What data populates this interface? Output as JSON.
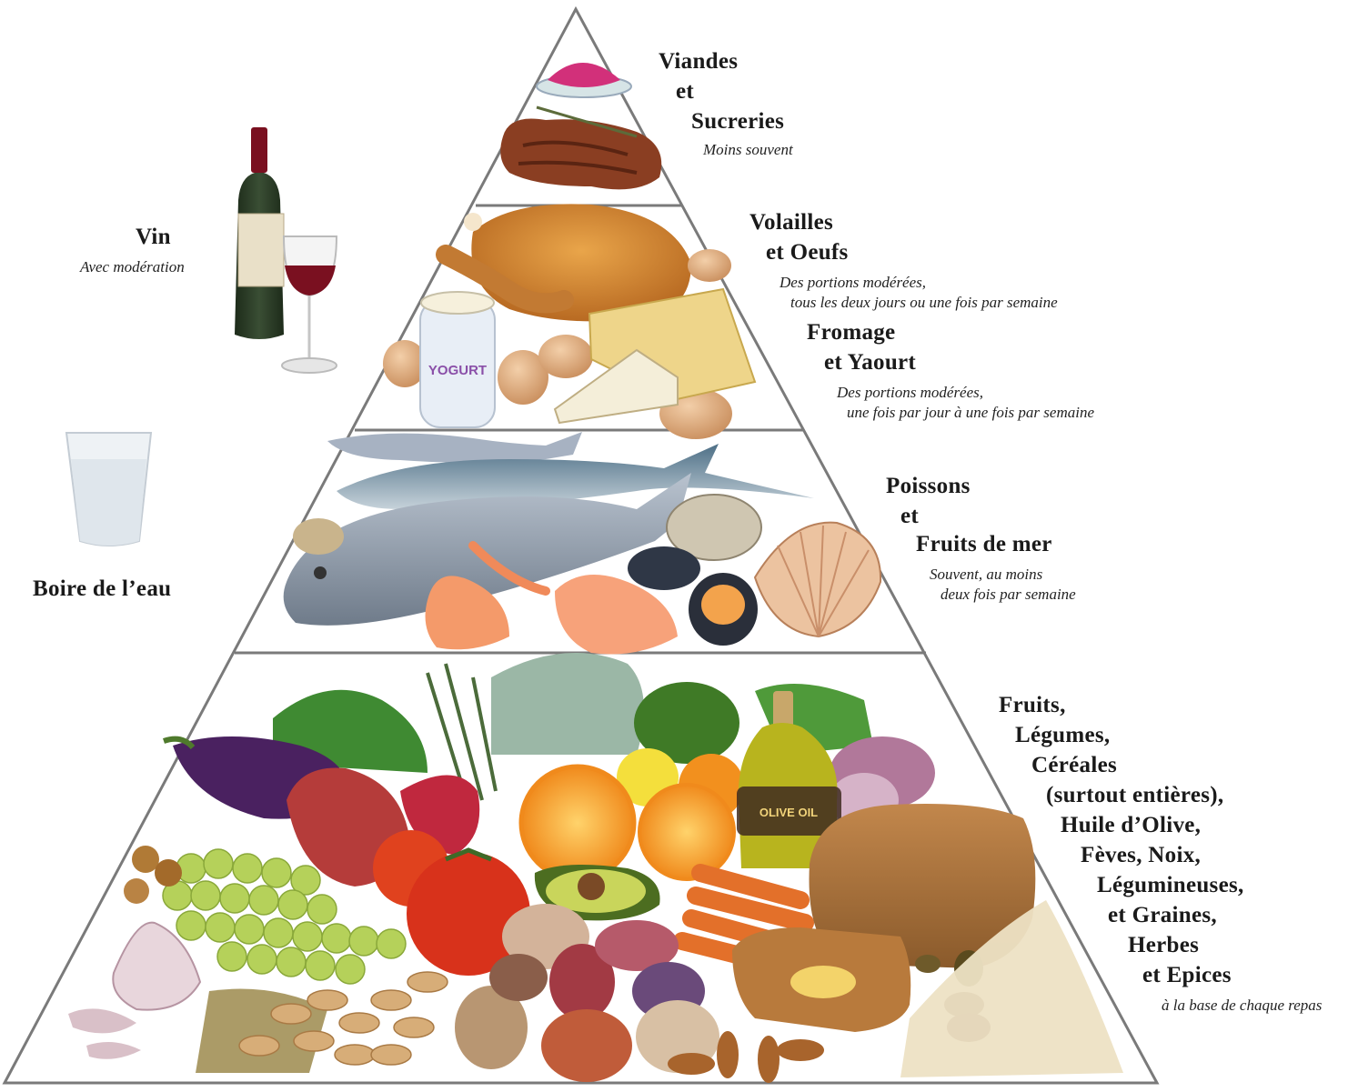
{
  "tiers": {
    "sweets": {
      "title_lines": [
        "Viandes",
        "et",
        "Sucreries"
      ],
      "note_lines": [
        "Moins souvent"
      ]
    },
    "poultry": {
      "title_lines": [
        "Volailles",
        "et Oeufs"
      ],
      "note_lines": [
        "Des portions modérées,",
        "tous les deux jours ou une fois par semaine"
      ]
    },
    "cheese": {
      "title_lines": [
        "Fromage",
        "et Yaourt"
      ],
      "note_lines": [
        "Des portions modérées,",
        "une fois par jour à une fois par semaine"
      ]
    },
    "fish": {
      "title_lines": [
        "Poissons",
        "et",
        "Fruits de mer"
      ],
      "note_lines": [
        "Souvent, au moins",
        "deux fois par semaine"
      ]
    },
    "base": {
      "title_lines": [
        "Fruits,",
        "Légumes,",
        "Céréales",
        "(surtout entières),",
        "Huile d’Olive,",
        "Fèves, Noix,",
        "Légumineuses,",
        "et Graines,",
        "Herbes",
        "et Epices"
      ],
      "note_lines": [
        "à la base de chaque repas"
      ]
    }
  },
  "side": {
    "wine": {
      "title": "Vin",
      "note": "Avec modération"
    },
    "water": {
      "title": "Boire de l’eau"
    }
  },
  "product_labels": {
    "yogurt_cup": "YOGURT",
    "olive_oil": "OLIVE OIL"
  },
  "colors": {
    "pyramid_outline": "#7a7a7a",
    "meat": "#8a3e22",
    "poultry": "#d0872f",
    "cheese": "#eed58a",
    "fish": "#9aa6b4",
    "wine": "#7a1020",
    "oil": "#b8b41e"
  }
}
